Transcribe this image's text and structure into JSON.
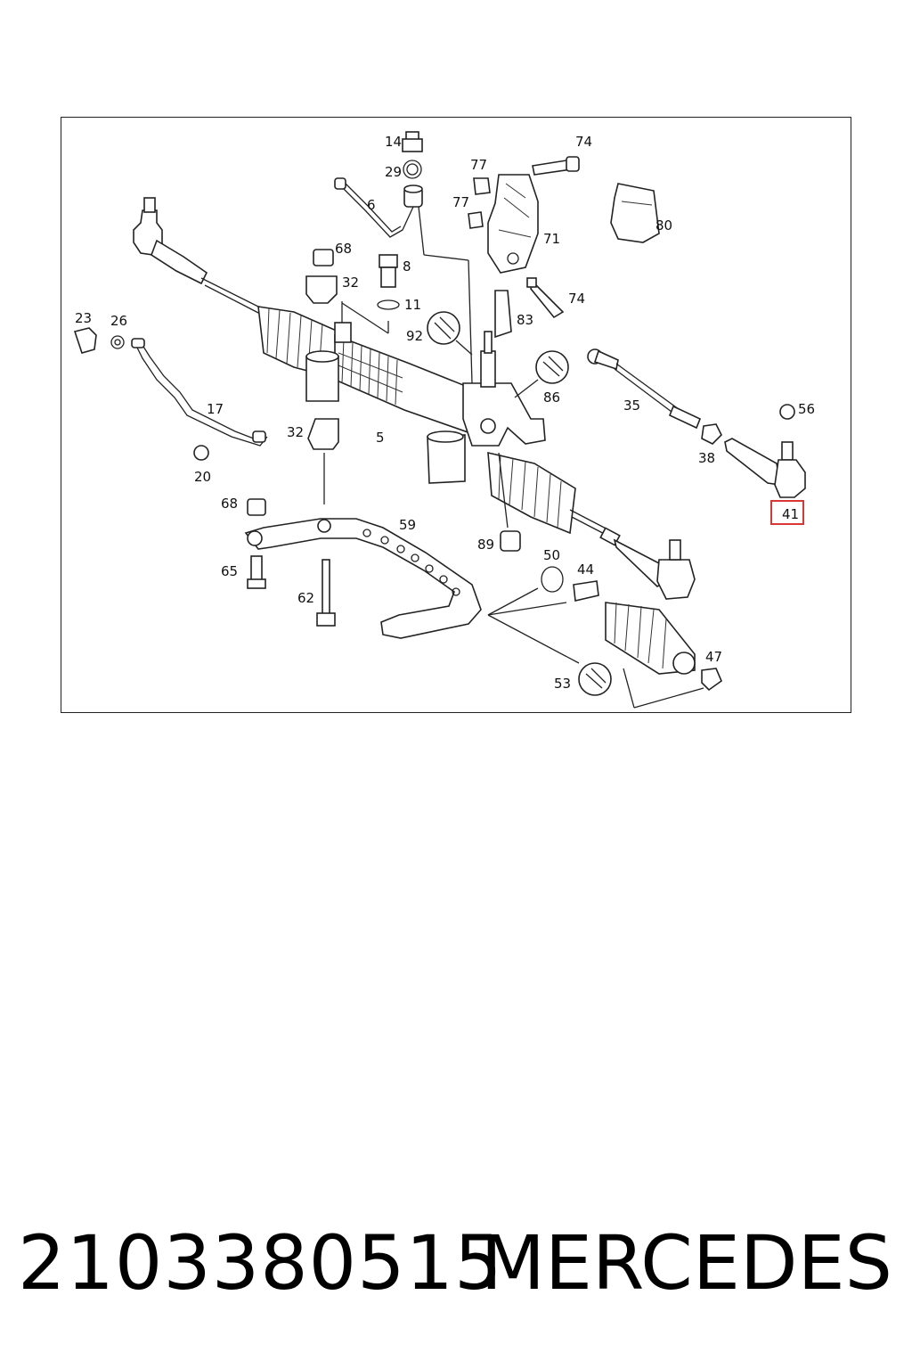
{
  "caption": {
    "part_number": "2103380515",
    "brand": "MERCEDES"
  },
  "highlight": {
    "label": "41",
    "color": "#d93636"
  },
  "callouts": [
    "14",
    "29",
    "74",
    "77",
    "77",
    "6",
    "80",
    "71",
    "68",
    "8",
    "32",
    "11",
    "74",
    "23",
    "26",
    "92",
    "83",
    "86",
    "17",
    "35",
    "56",
    "32",
    "5",
    "38",
    "20",
    "68",
    "59",
    "89",
    "50",
    "44",
    "65",
    "62",
    "47",
    "53"
  ]
}
